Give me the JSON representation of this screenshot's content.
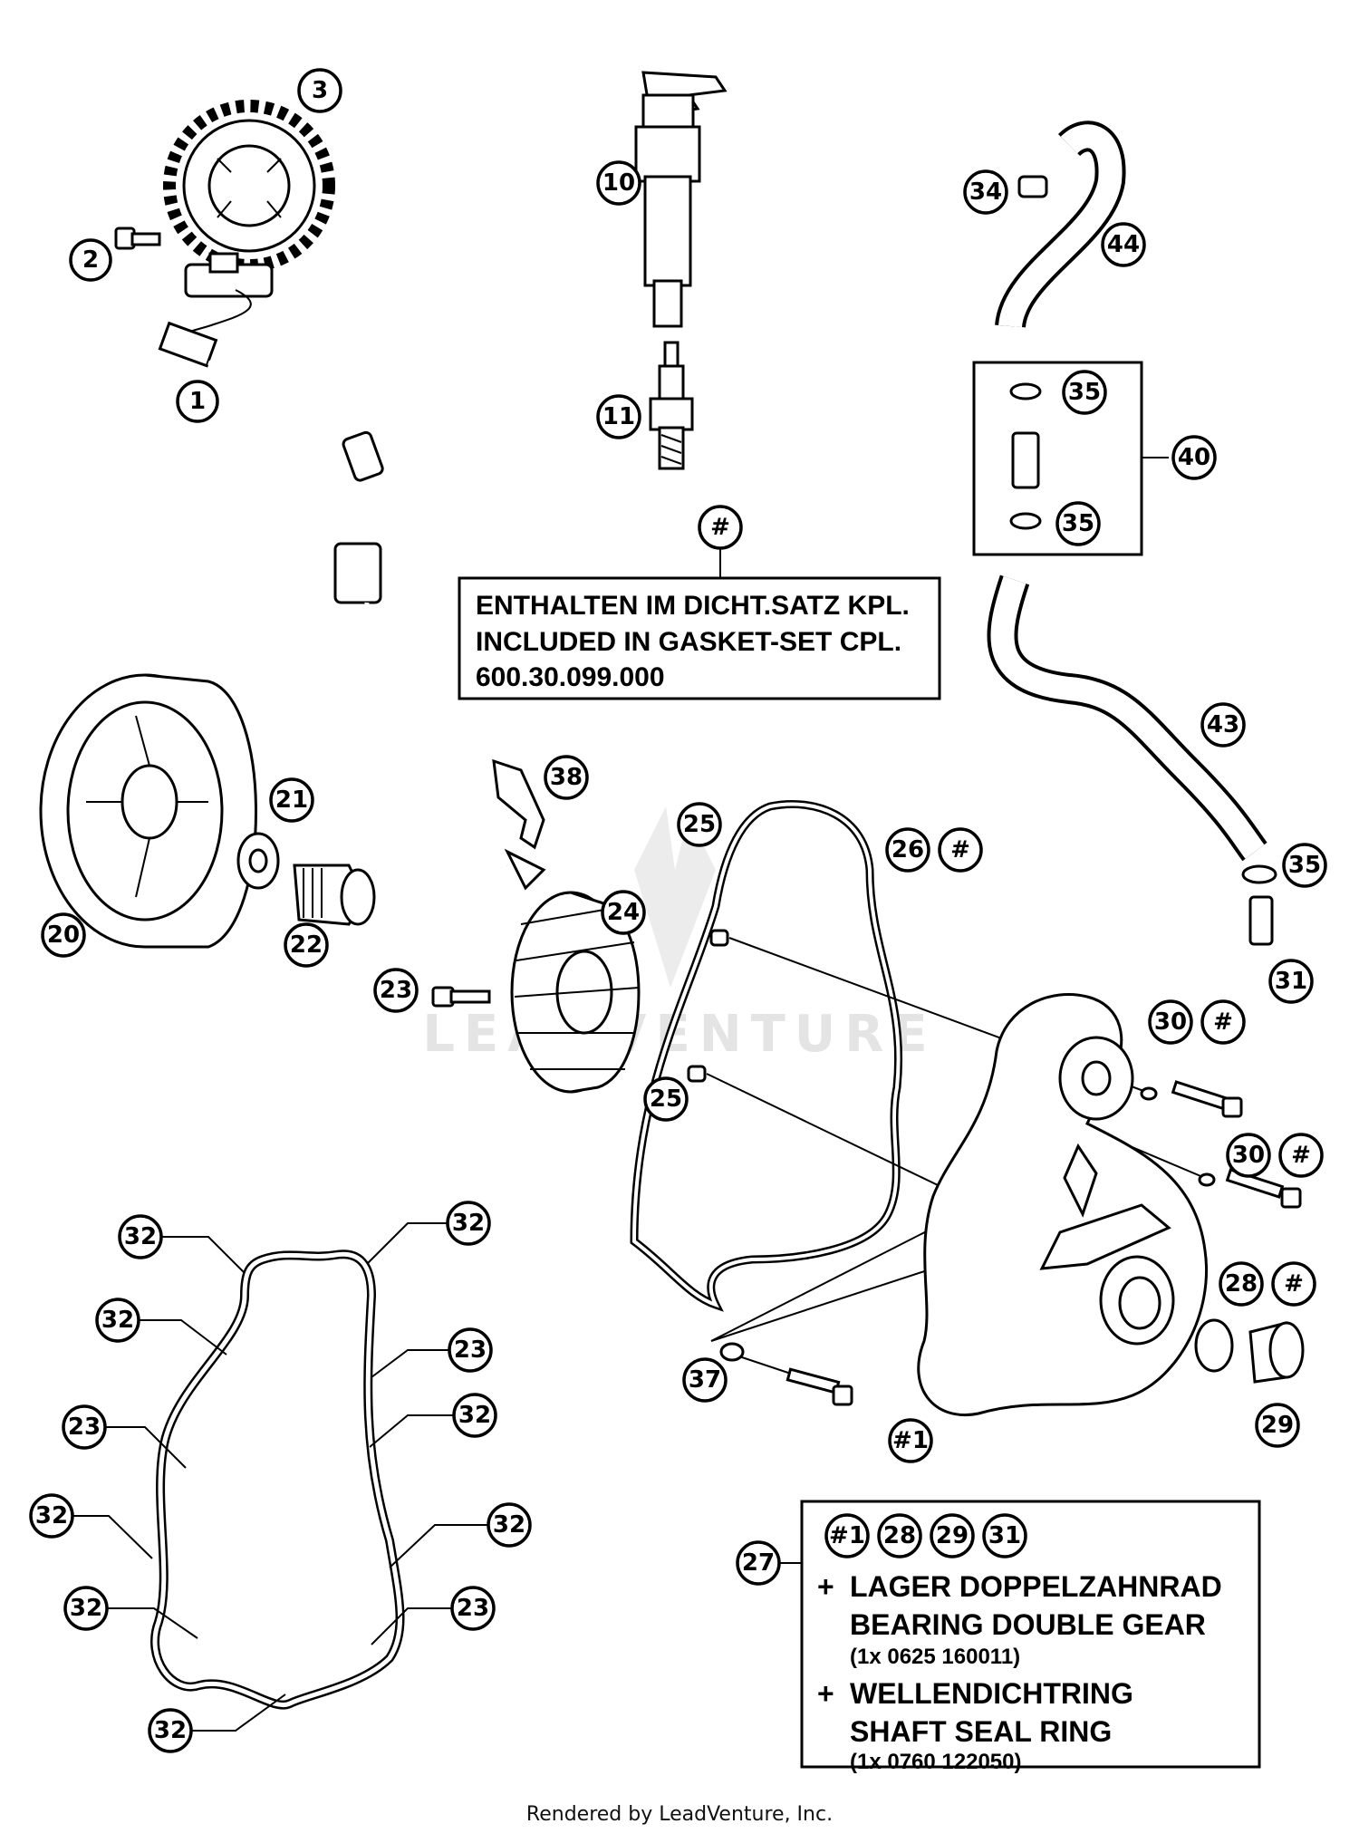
{
  "callouts": {
    "c1": "1",
    "c2": "2",
    "c3": "3",
    "c10": "10",
    "c11": "11",
    "c20": "20",
    "c21": "21",
    "c22": "22",
    "c23": "23",
    "c24": "24",
    "c25": "25",
    "c26": "26",
    "c27": "27",
    "c28": "28",
    "c29": "29",
    "c30": "30",
    "c31": "31",
    "c32": "32",
    "c34": "34",
    "c35": "35",
    "c37": "37",
    "c38": "38",
    "c40": "40",
    "c43": "43",
    "c44": "44",
    "hash": "#",
    "h1": "#1"
  },
  "gasket_note": {
    "line1": "ENTHALTEN IM DICHT.SATZ KPL.",
    "line2": "INCLUDED IN GASKET-SET CPL.",
    "line3": "600.30.099.000"
  },
  "kit_note": {
    "item1_de": "LAGER DOPPELZAHNRAD",
    "item1_en": "BEARING DOUBLE GEAR",
    "item1_qty": "(1x 0625 160011)",
    "item2_de": "WELLENDICHTRING",
    "item2_en": "SHAFT SEAL RING",
    "item2_qty": "(1x 0760 122050)",
    "plus": "+"
  },
  "watermark": "LEADVENTURE",
  "footer": "Rendered by LeadVenture, Inc."
}
